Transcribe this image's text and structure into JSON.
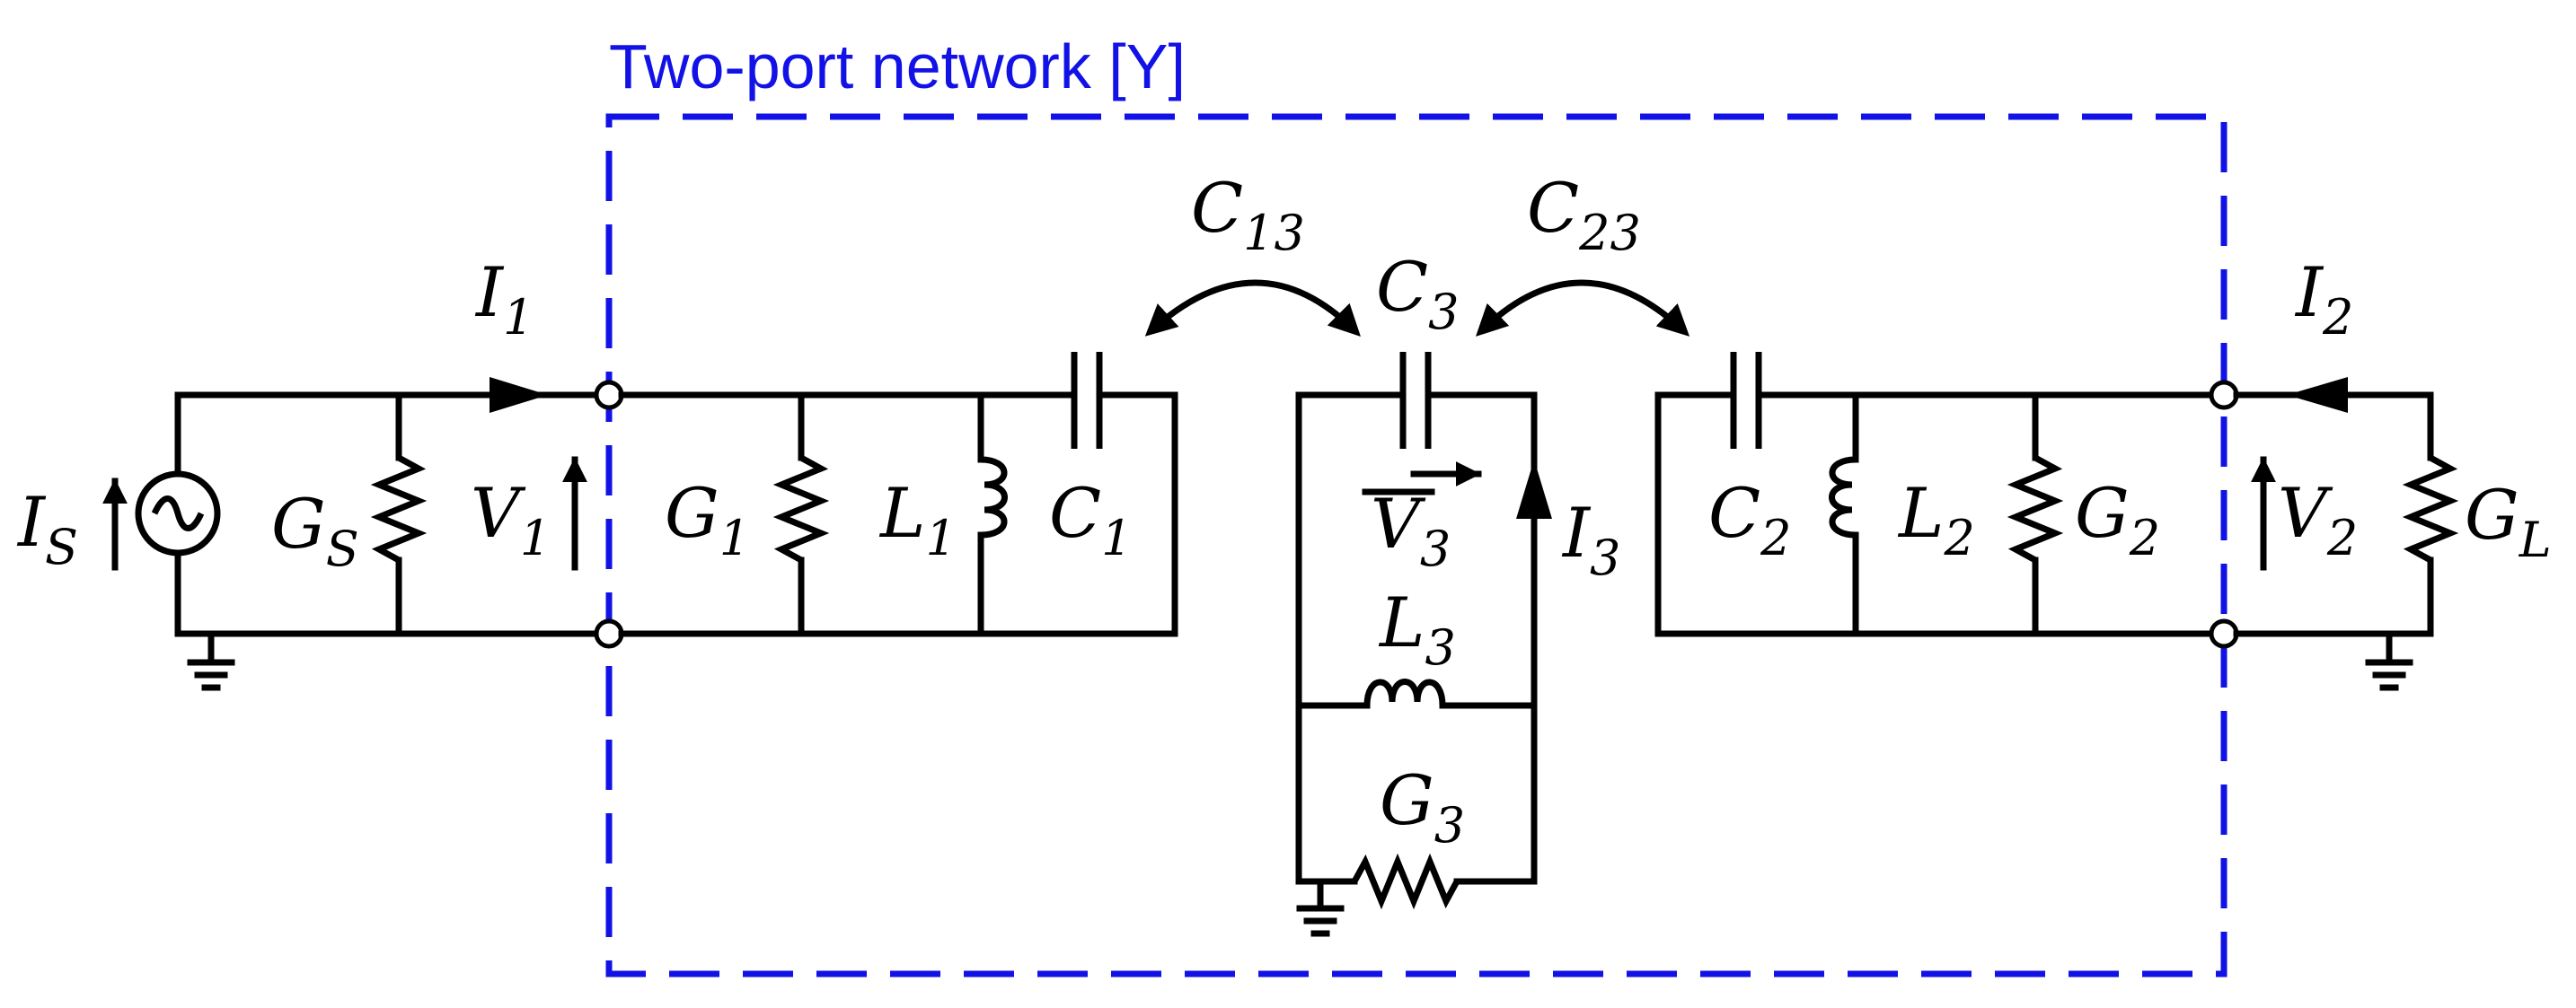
{
  "network": {
    "title": "Two-port network [Y]",
    "color": "#1212e6"
  },
  "labels": {
    "is": {
      "main": "I",
      "sub": "S"
    },
    "gs": {
      "main": "G",
      "sub": "S"
    },
    "v1": {
      "main": "V",
      "sub": "1"
    },
    "i1": {
      "main": "I",
      "sub": "1"
    },
    "g1": {
      "main": "G",
      "sub": "1"
    },
    "l1": {
      "main": "L",
      "sub": "1"
    },
    "c1": {
      "main": "C",
      "sub": "1"
    },
    "c13": {
      "main": "C",
      "sub": "13"
    },
    "c3": {
      "main": "C",
      "sub": "3"
    },
    "c23": {
      "main": "C",
      "sub": "23"
    },
    "v3": {
      "main": "V",
      "sub": "3"
    },
    "i3": {
      "main": "I",
      "sub": "3"
    },
    "l3": {
      "main": "L",
      "sub": "3"
    },
    "g3": {
      "main": "G",
      "sub": "3"
    },
    "c2": {
      "main": "C",
      "sub": "2"
    },
    "l2": {
      "main": "L",
      "sub": "2"
    },
    "g2": {
      "main": "G",
      "sub": "2"
    },
    "i2": {
      "main": "I",
      "sub": "2"
    },
    "v2": {
      "main": "V",
      "sub": "2"
    },
    "gl": {
      "main": "G",
      "sub": "L"
    }
  }
}
